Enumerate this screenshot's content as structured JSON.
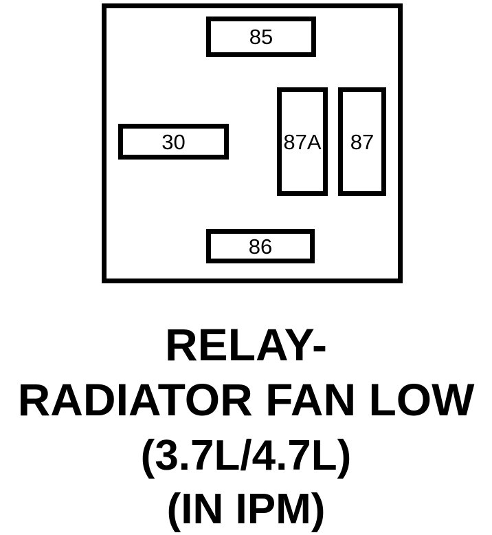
{
  "diagram": {
    "type": "relay-terminal-pinout",
    "outline_color": "#000000",
    "background_color": "#ffffff",
    "terminals": [
      {
        "id": "85",
        "label": "85",
        "orientation": "horizontal",
        "position": "top"
      },
      {
        "id": "30",
        "label": "30",
        "orientation": "horizontal",
        "position": "left-middle"
      },
      {
        "id": "87A",
        "label": "87A",
        "orientation": "vertical",
        "position": "center-right"
      },
      {
        "id": "87",
        "label": "87",
        "orientation": "vertical",
        "position": "right"
      },
      {
        "id": "86",
        "label": "86",
        "orientation": "horizontal",
        "position": "bottom"
      }
    ]
  },
  "caption": {
    "line1": "RELAY-",
    "line2": "RADIATOR FAN LOW",
    "line3": "(3.7L/4.7L)",
    "line4": "(IN IPM)"
  }
}
